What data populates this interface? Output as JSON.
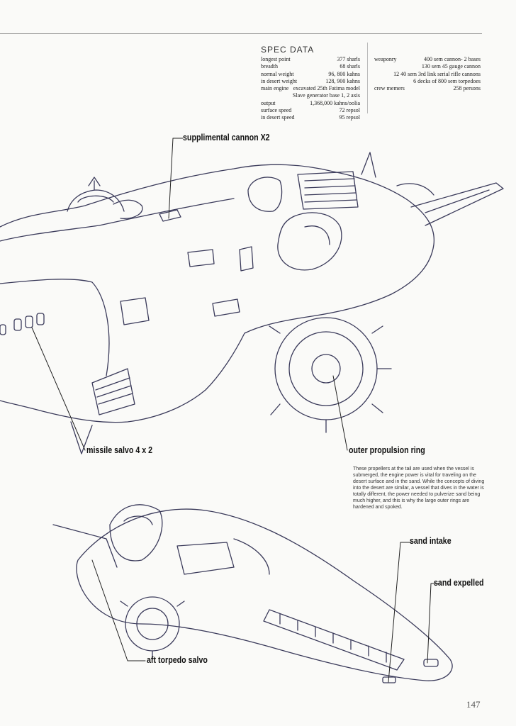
{
  "spec": {
    "title": "SPEC DATA",
    "left": [
      {
        "label": "longest point",
        "value": "377 sharls"
      },
      {
        "label": "breadth",
        "value": "68 sharls"
      },
      {
        "label": "normal weight",
        "value": "96, 800 kahns"
      },
      {
        "label": "in desert weight",
        "value": "128, 900 kahns"
      },
      {
        "label": "main engine",
        "value": "excavated 25th Fatima model"
      },
      {
        "label": "",
        "value": "Slave generator base 1, 2 axis"
      },
      {
        "label": "output",
        "value": "1,368,000 kahns/oolia"
      },
      {
        "label": "surface speed",
        "value": "72 repsol"
      },
      {
        "label": "in desert speed",
        "value": "95 repsol"
      }
    ],
    "right": [
      {
        "label": "weaponry",
        "value": "400 sem cannon- 2 bases"
      },
      {
        "label": "",
        "value": "130 sem 45 gauge cannon"
      },
      {
        "label": "",
        "value": "12 40 sem 3rd link serial rifle cannons"
      },
      {
        "label": "",
        "value": "6 decks of 800 sem torpedoes"
      },
      {
        "label": "crew memers",
        "value": "258 persons"
      }
    ]
  },
  "callouts": {
    "supplimental_cannon": "supplimental cannon X2",
    "missile_salvo": "missile salvo 4 x 2",
    "outer_propulsion_ring": "outer propulsion ring",
    "sand_intake": "sand intake",
    "sand_expelled": "sand expelled",
    "aft_torpedo_salvo": "aft torpedo salvo"
  },
  "note": "These propellers at the tail are used when the vessel is submerged, the engine power is vital for traveling on the desert surface and in the sand. While the concepts of diving into the desert are similar, a vessel that dives in the water is totally different, the power needed to pulverize sand being much higher, and this is why the large outer rings are hardened and spoked.",
  "page_number": "147",
  "colors": {
    "ink": "#3a3a5a",
    "paper": "#fafaf8"
  }
}
